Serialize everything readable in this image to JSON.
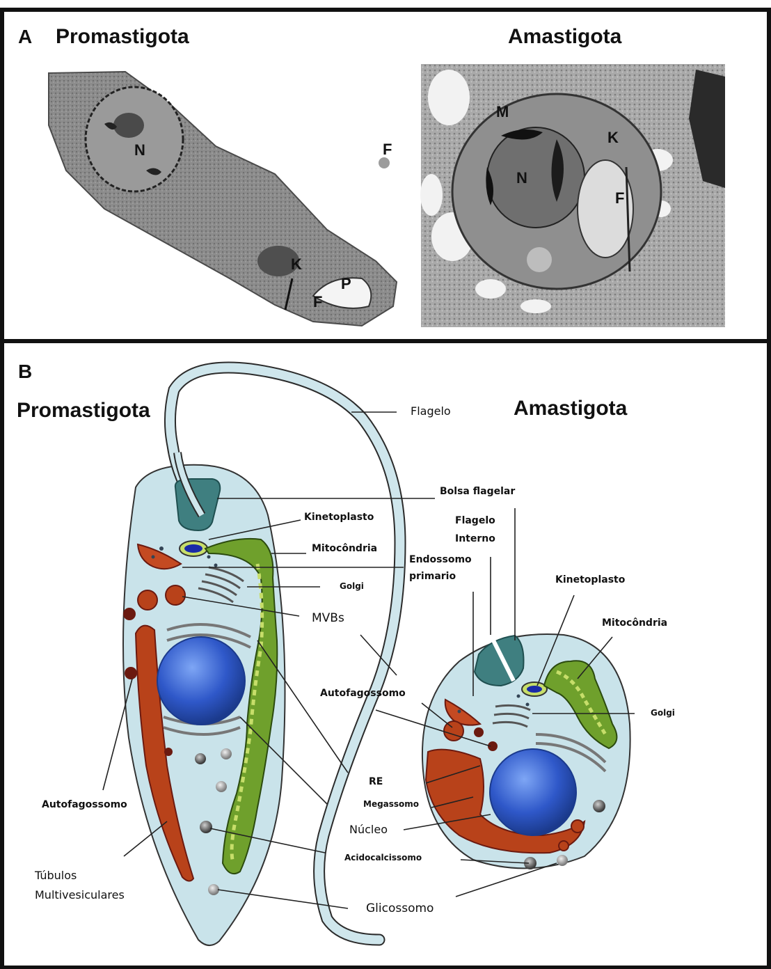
{
  "panel_a": {
    "letter": "A",
    "title_left": "Promastigota",
    "title_right": "Amastigota",
    "em_left_labels": [
      "N",
      "K",
      "F",
      "P",
      "F"
    ],
    "em_right_labels": [
      "M",
      "N",
      "K",
      "F"
    ]
  },
  "panel_b": {
    "letter": "B",
    "title_left": "Promastigota",
    "title_right": "Amastigota",
    "labels": {
      "flagelo": "Flagelo",
      "bolsa_flagelar": "Bolsa flagelar",
      "kinetoplasto_pro": "Kinetoplasto",
      "flagelo_interno_1": "Flagelo",
      "flagelo_interno_2": "Interno",
      "mitocondria_pro": "Mitocôndria",
      "endossomo_1": "Endossomo",
      "endossomo_2": "primario",
      "golgi_pro": "Golgi",
      "kinetoplasto_ama": "Kinetoplasto",
      "mvbs": "MVBs",
      "mitocondria_ama": "Mitocôndria",
      "autofagossomo_mid": "Autofagossomo",
      "golgi_ama": "Golgi",
      "re": "RE",
      "megassomo": "Megassomo",
      "autofagossomo_left": "Autofagossomo",
      "nucleo": "Núcleo",
      "acidocalcissomo": "Acidocalcissomo",
      "tubulos_1": "Túbulos",
      "tubulos_2": "Multivesiculares",
      "glicossomo": "Glicossomo"
    }
  },
  "colors": {
    "cell_fill": "#c9e3ea",
    "flagellum_fill": "#cfe6ec",
    "pocket": "#3f7f80",
    "nucleus": "#2f58c9",
    "mito_green": "#6fa02c",
    "mito_light": "#c7de6a",
    "red_organelle": "#b8421a",
    "dark_red": "#6b1a10",
    "glycosome": "#9a9a9a",
    "em_bg": "#8a8a8a"
  }
}
